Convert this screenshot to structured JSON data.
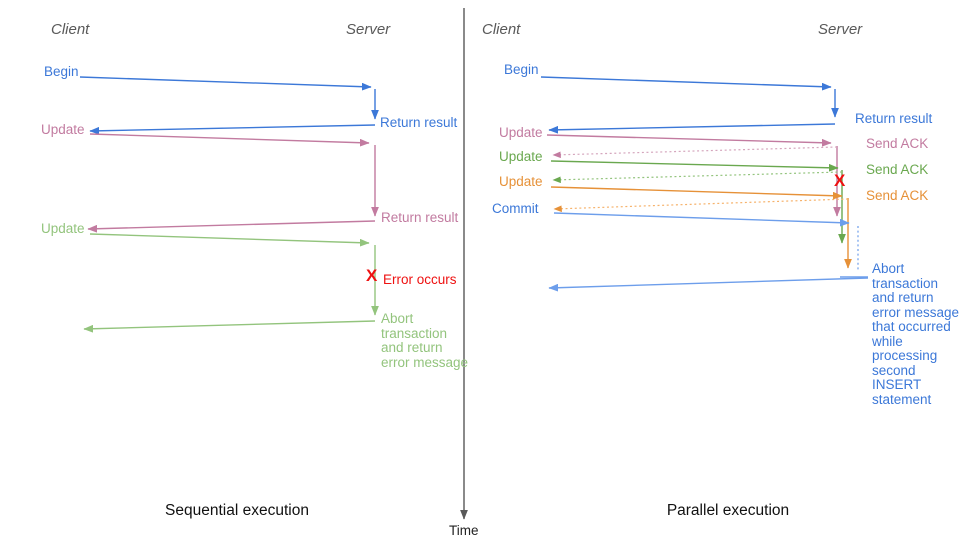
{
  "colors": {
    "blue": "#3c78d8",
    "light_blue": "#6d9eeb",
    "pink": "#c27ba0",
    "pink_light": "#d5a6bd",
    "green": "#6aa84f",
    "green_light": "#93c47d",
    "orange": "#e69138",
    "orange_light": "#f6b26b",
    "red": "#ee1111",
    "axis": "#595959"
  },
  "time_axis": {
    "label": "Time"
  },
  "left": {
    "title": "Sequential execution",
    "client_header": "Client",
    "server_header": "Server",
    "labels": {
      "begin": "Begin",
      "return_result_1": "Return result",
      "update_1": "Update",
      "return_result_2": "Return result",
      "update_2": "Update",
      "error_mark": "X",
      "error_text": "Error occurs",
      "abort_text": "Abort\ntransaction\nand return\nerror message"
    }
  },
  "right": {
    "title": "Parallel execution",
    "client_header": "Client",
    "server_header": "Server",
    "labels": {
      "begin": "Begin",
      "return_result": "Return result",
      "update_1": "Update",
      "send_ack_1": "Send ACK",
      "update_2": "Update",
      "send_ack_2": "Send ACK",
      "update_3": "Update",
      "send_ack_3": "Send ACK",
      "commit": "Commit",
      "error_mark": "X",
      "abort_text": "Abort\ntransaction\nand return\nerror message\nthat occurred\nwhile\nprocessing\nsecond\nINSERT\nstatement"
    }
  }
}
